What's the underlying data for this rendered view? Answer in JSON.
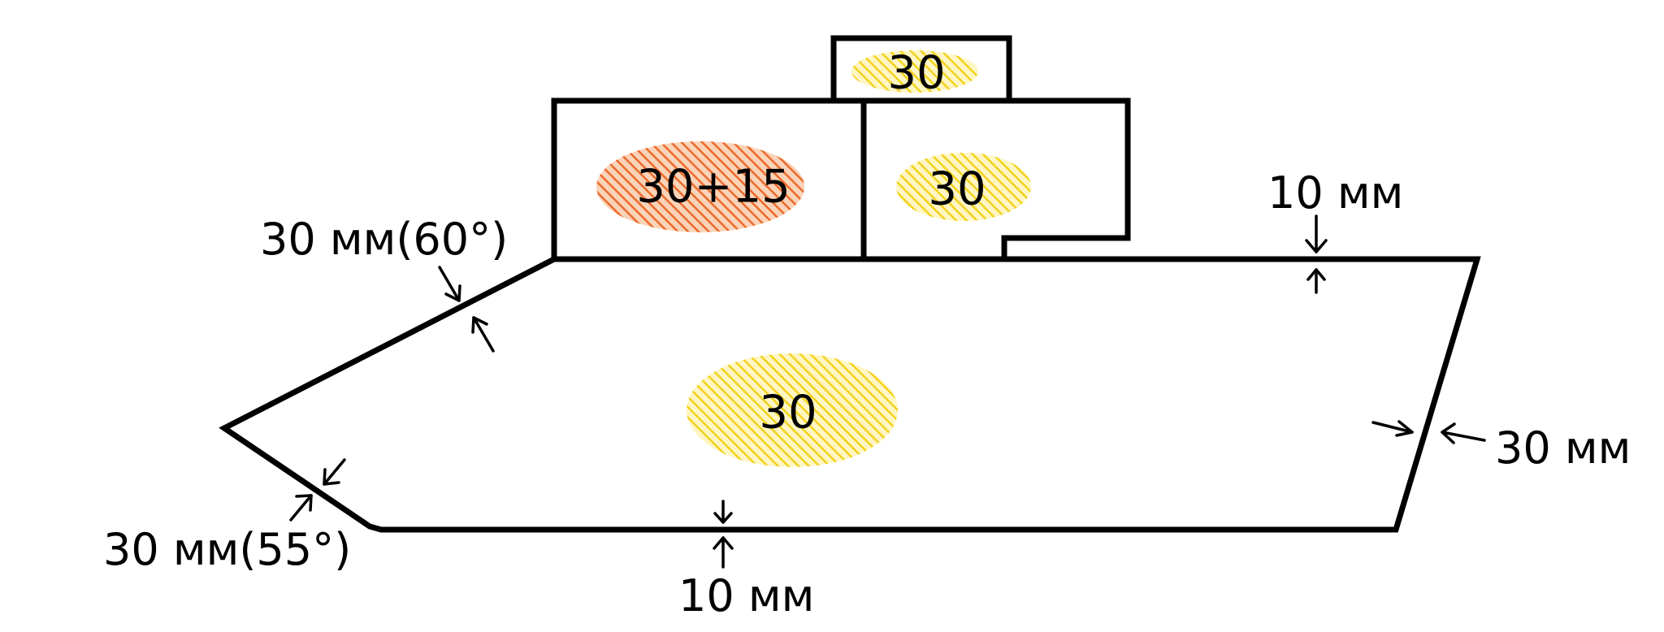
{
  "colors": {
    "outline": "#000000",
    "hatch_yellow": "#f2d21c",
    "hatch_orange": "#ec6a2a",
    "background": "#ffffff"
  },
  "zones": {
    "turret_top": {
      "label": "30",
      "color": "yellow"
    },
    "turret_left": {
      "label": "30+15",
      "color": "orange"
    },
    "turret_right": {
      "label": "30",
      "color": "yellow"
    },
    "hull_center": {
      "label": "30",
      "color": "yellow"
    }
  },
  "annotations": {
    "upper_front": "30 мм(60°)",
    "lower_front": "30 мм(55°)",
    "roof": "10 мм",
    "bottom": "10 мм",
    "rear": "30 мм"
  }
}
